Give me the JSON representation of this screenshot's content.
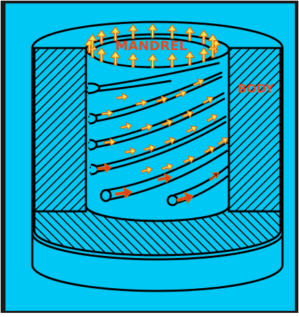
{
  "labels": {
    "mandrel": "MANDREL",
    "body": "BODY"
  },
  "colors": {
    "background": "#00c8f5",
    "frame": "#1a1a1a",
    "outline": "#000000",
    "label": "#e84a1e",
    "flow_arrow_fill": "#ffe14d",
    "flow_arrow_fill_strong": "#e0401c",
    "flow_arrow_outline": "#e06a10",
    "hatch": "#000000"
  },
  "arrows": {
    "rim_count": 20,
    "groove_count": 22,
    "inlet_count": 4
  }
}
